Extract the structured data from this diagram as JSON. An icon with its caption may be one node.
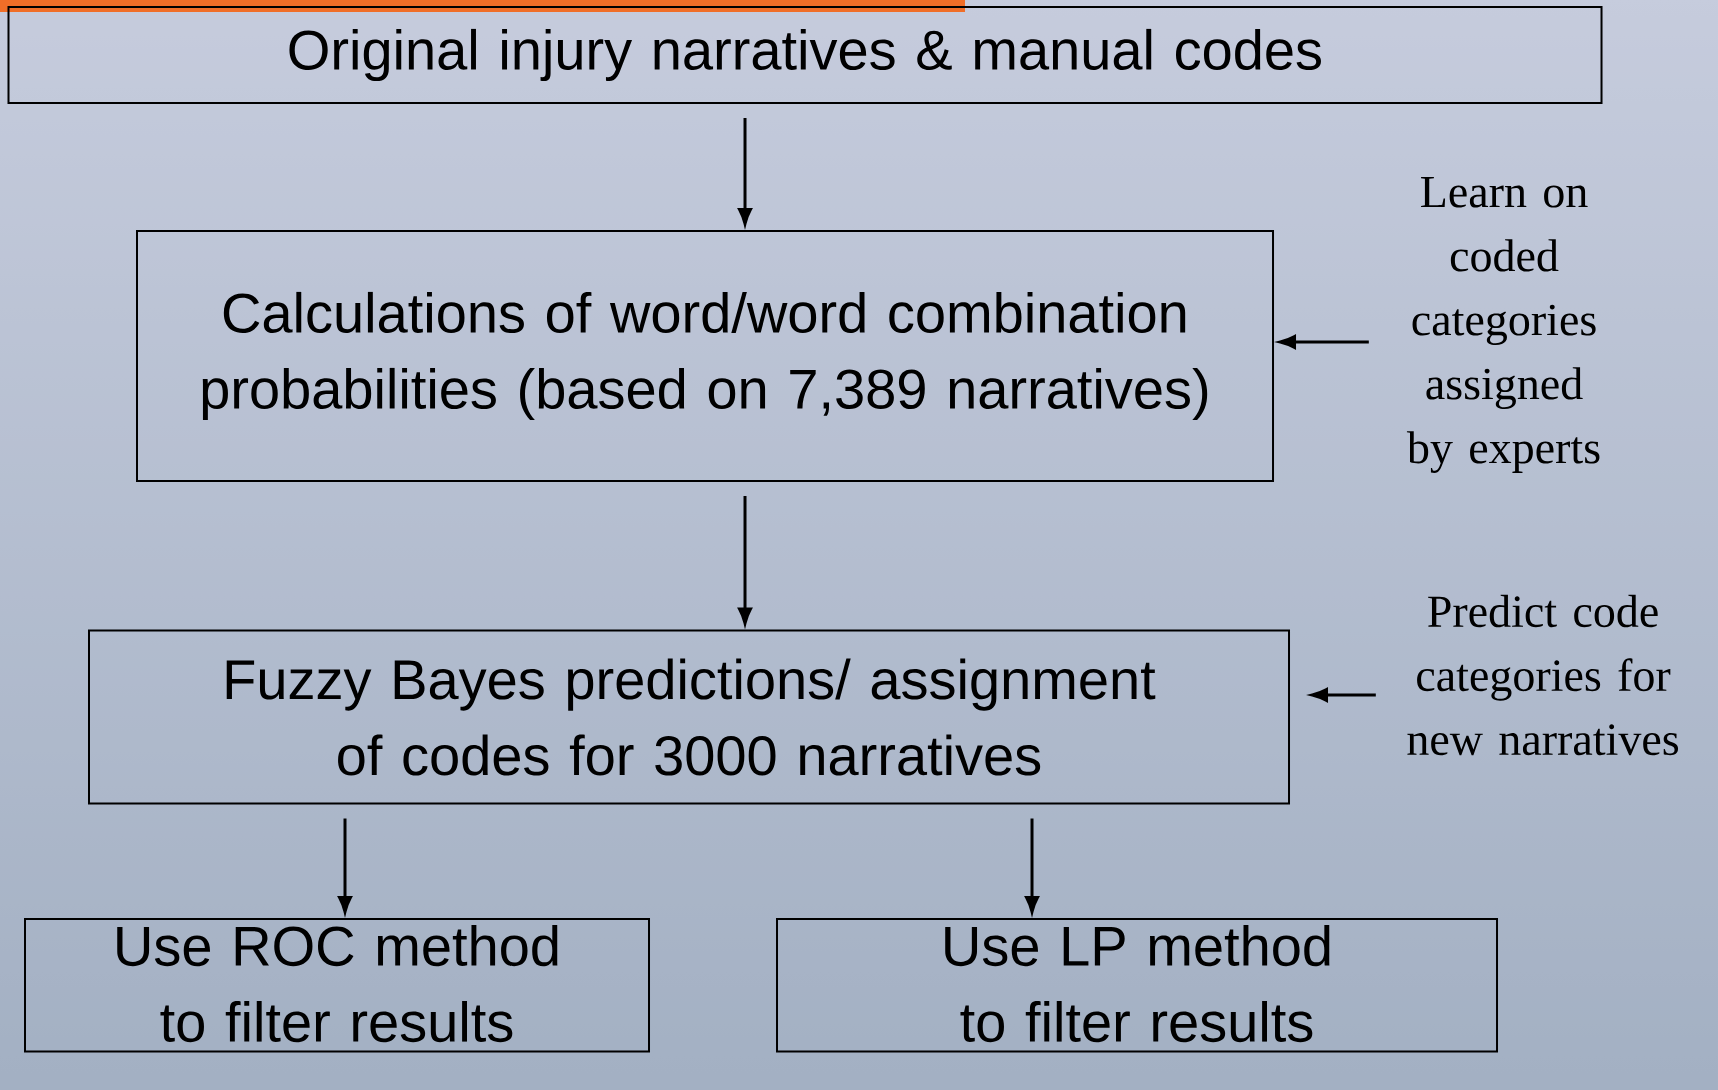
{
  "diagram": {
    "nodes": [
      {
        "text": [
          "Original injury narratives & manual codes"
        ]
      },
      {
        "text": [
          "Calculations of word/word combination probabilities (based on 7,389 narratives)"
        ]
      },
      {
        "text": [
          "Fuzzy Bayes predictions/ assignment of codes for 3000 narratives"
        ]
      },
      {
        "text": [
          "Use ROC method to filter results"
        ]
      },
      {
        "text": [
          "Use LP method to filter results"
        ]
      },
      {
        "text": [
          "Learn on coded categories assigned by experts"
        ]
      },
      {
        "text": [
          "Predict code categories for new narratives"
        ]
      }
    ],
    "edges": [
      {
        "from": 0,
        "to": 1,
        "arrow": "to"
      },
      {
        "from": 1,
        "to": 2,
        "arrow": "to"
      },
      {
        "from": 2,
        "to": 3,
        "arrow": "to"
      },
      {
        "from": 2,
        "to": 4,
        "arrow": "to"
      },
      {
        "from": 5,
        "to": 1,
        "arrow": "to"
      },
      {
        "from": 6,
        "to": 2,
        "arrow": "to"
      }
    ]
  }
}
